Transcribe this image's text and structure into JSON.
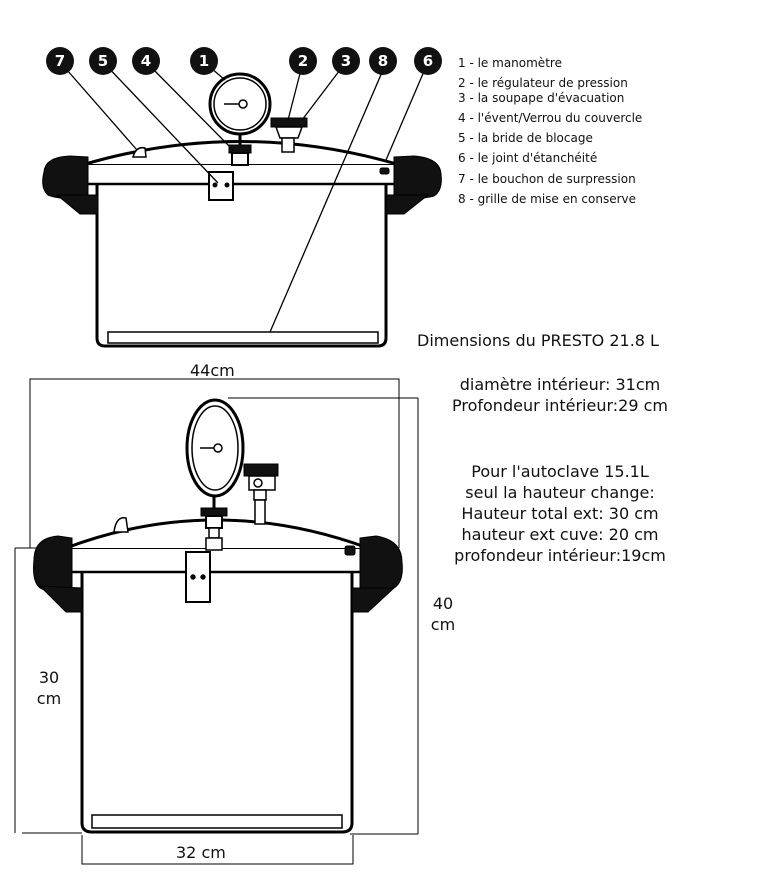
{
  "callouts": [
    "7",
    "5",
    "4",
    "1",
    "2",
    "3",
    "8",
    "6"
  ],
  "legend": [
    "1 - le manomètre",
    "2 - le régulateur de pression",
    "3 - la soupape d'évacuation",
    "4 - l'évent/Verrou du couvercle",
    "5 - la bride de blocage",
    "6 - le joint d'étanchéité",
    "7 - le bouchon de surpression",
    "8 - grille de mise en conserve"
  ],
  "title": "Dimensions du PRESTO 21.8 L",
  "interior": {
    "diameter": "diamètre intérieur: 31cm",
    "depth": "Profondeur intérieur:29 cm"
  },
  "variant": {
    "line1": "Pour l'autoclave 15.1L",
    "line2": "seul la hauteur  change:",
    "line3": "Hauteur total ext: 30 cm",
    "line4": "hauteur ext cuve: 20 cm",
    "line5": "profondeur intérieur:19cm"
  },
  "dimensions": {
    "width_top": "44cm",
    "height_total_value": "40",
    "height_total_unit": "cm",
    "height_body_value": "30",
    "height_body_unit": "cm",
    "width_bottom": "32 cm"
  }
}
